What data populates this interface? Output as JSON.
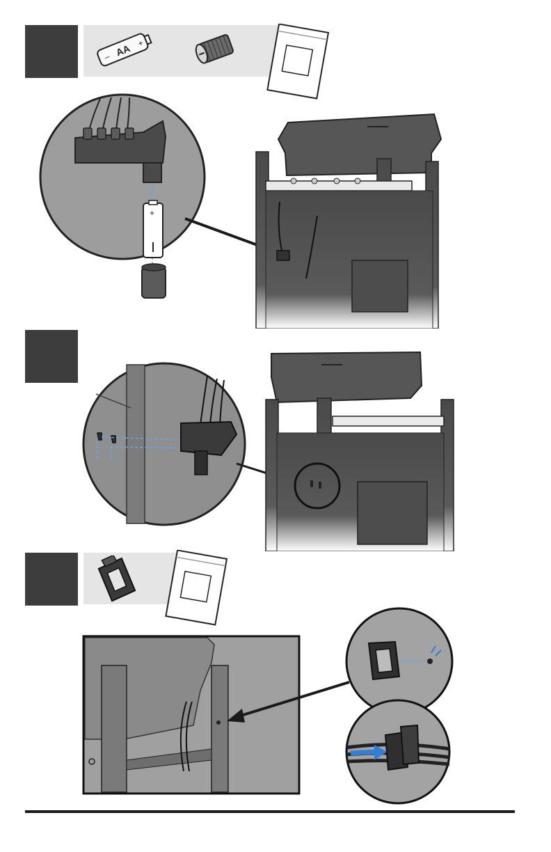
{
  "steps": [
    {
      "id": "step-1",
      "parts": [
        {
          "name": "aa-battery",
          "label": "AA",
          "minus": "–",
          "plus": "+"
        },
        {
          "name": "battery-cap"
        },
        {
          "name": "hardware-bag"
        }
      ],
      "detail": {
        "battery_plus": "+"
      }
    },
    {
      "id": "step-2",
      "parts": []
    },
    {
      "id": "step-3",
      "parts": [
        {
          "name": "wire-clip"
        },
        {
          "name": "hardware-bag"
        }
      ]
    }
  ],
  "colors": {
    "step_box": "#3d3d3d",
    "parts_strip": "#e5e5e5",
    "grill_dark": "#4a4a4a",
    "grill_mid": "#5e5e5e",
    "accent_blue": "#2f7fd6"
  }
}
